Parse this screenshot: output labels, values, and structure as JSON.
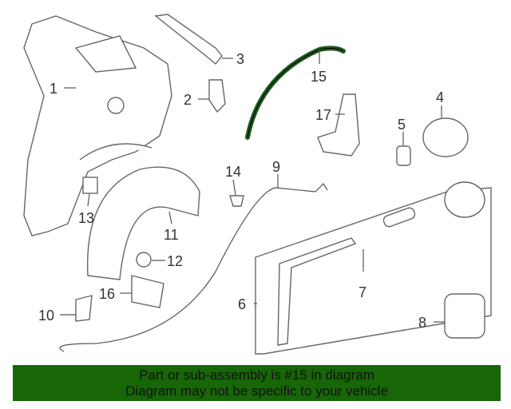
{
  "diagram": {
    "labels": [
      "1",
      "2",
      "3",
      "4",
      "5",
      "6",
      "7",
      "8",
      "9",
      "10",
      "11",
      "12",
      "13",
      "14",
      "15",
      "16",
      "17"
    ],
    "highlight_part": "15",
    "highlight_color": "#1f5a1f"
  },
  "banner": {
    "line1": "Part or sub-assembly is #15 in diagram",
    "line2": "Diagram may not be specific to your vehicle",
    "color": "#176607"
  }
}
